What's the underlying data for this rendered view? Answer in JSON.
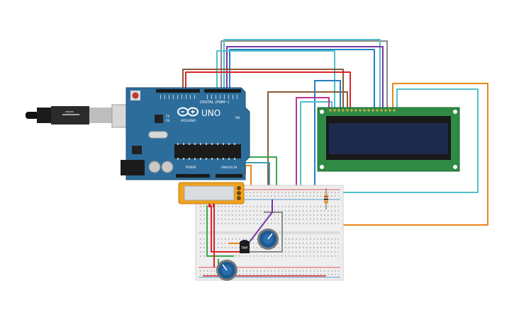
{
  "board": {
    "brand": "UNO",
    "maker": "ARDUINO",
    "digital_label": "DIGITAL (PWM~)",
    "power_label": "POWER",
    "analog_label": "ANALOG IN",
    "tx_label": "TX",
    "rx_label": "RX",
    "on_label": "ON"
  },
  "sensor": {
    "label": "TMP"
  },
  "colors": {
    "board": "#2d6d9b",
    "lcd_pcb": "#2f8a43",
    "lcd_screen": "#1e2a4d",
    "breadboard": "#eeeeee",
    "wire_orange": "#e8861a",
    "wire_cyan": "#52bfcc",
    "wire_green": "#38a84a",
    "wire_purple": "#7b35a7",
    "wire_brown": "#8b5a33",
    "wire_red": "#d8242a",
    "wire_magenta": "#b93594",
    "wire_blue": "#2380c4",
    "wire_gray": "#8c8c8c",
    "pot_blue": "#1e5a92",
    "relay_orange": "#f2a21b"
  },
  "icons": [
    "usb-plug-icon",
    "reset-button-icon",
    "arduino-logo-icon",
    "potentiometer-icon",
    "temperature-sensor-icon",
    "resistor-icon"
  ]
}
